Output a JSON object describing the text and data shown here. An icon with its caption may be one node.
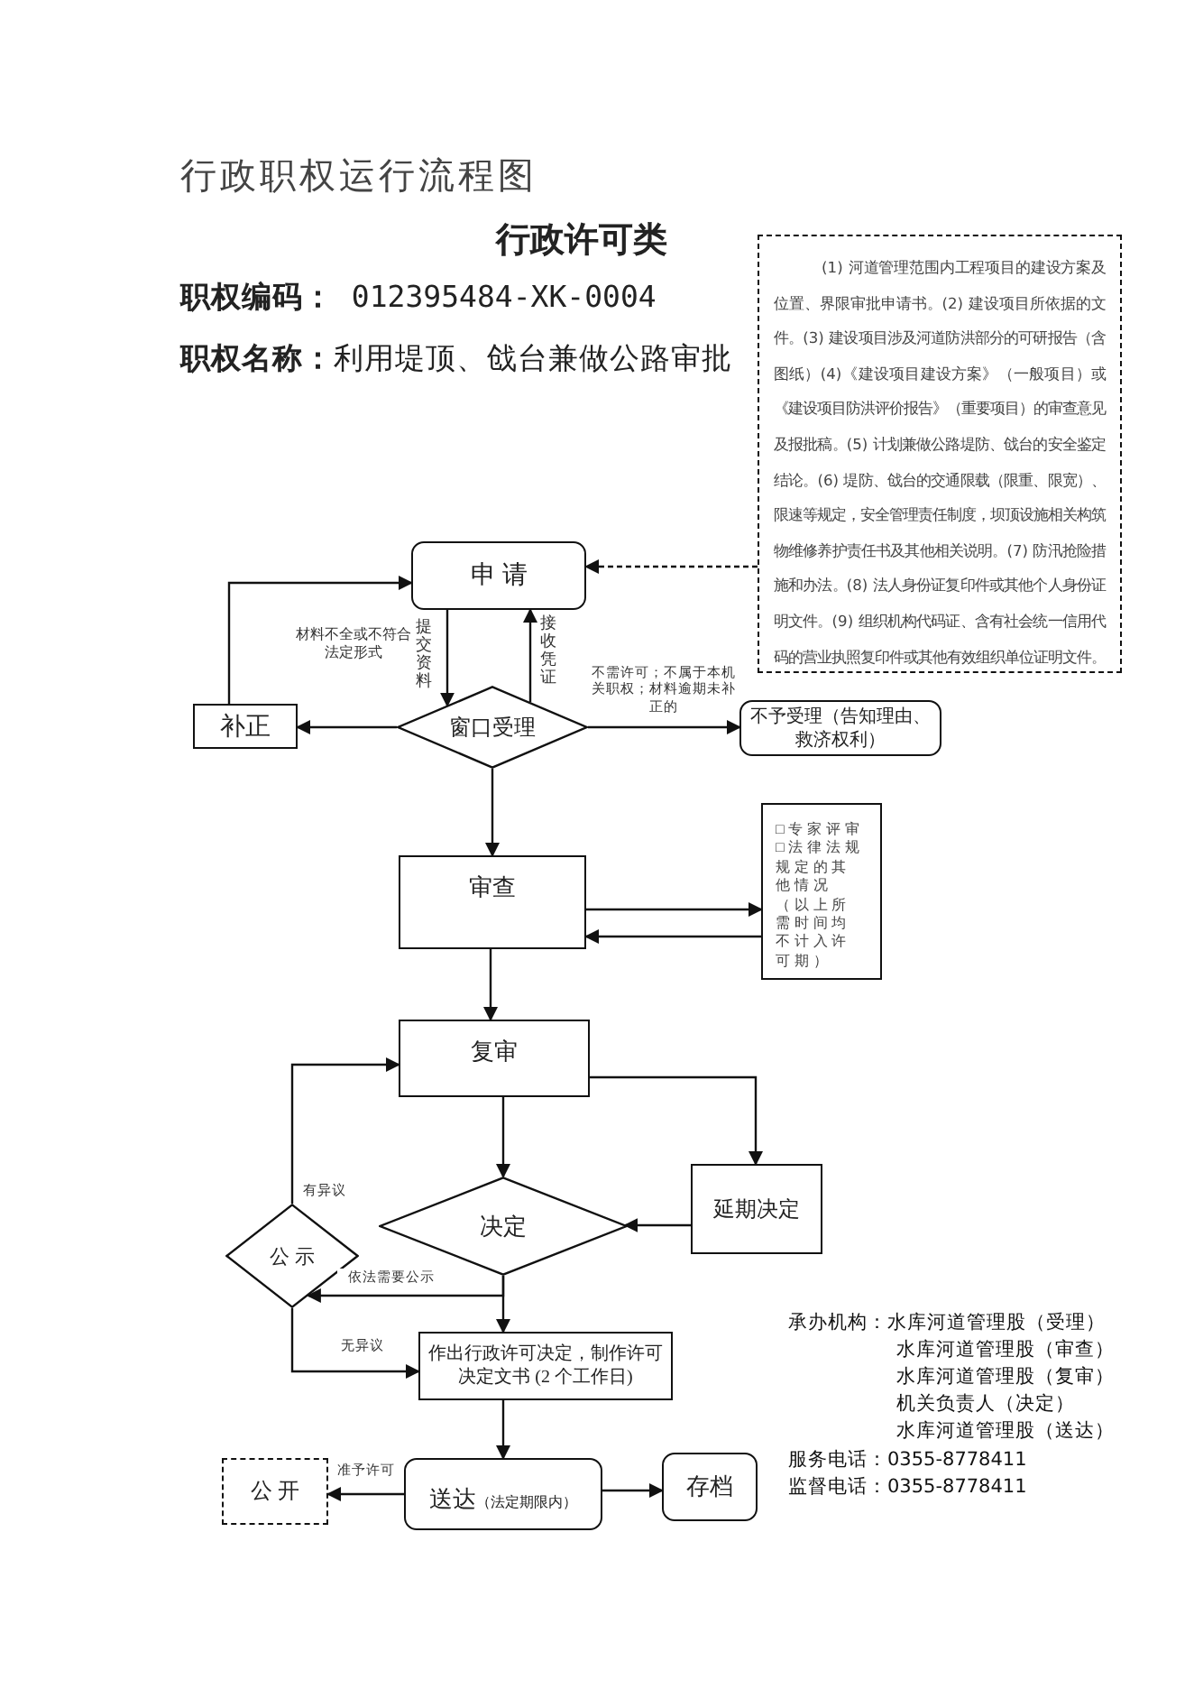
{
  "diagram": {
    "title": "行政职权运行流程图",
    "nodes": [
      {
        "text": [
          "申 请"
        ]
      },
      {
        "text": [
          "窗口受理"
        ]
      },
      {
        "text": [
          "补正"
        ]
      },
      {
        "text": [
          "不予受理（告知理由、救济权利）"
        ]
      },
      {
        "text": [
          "审查"
        ]
      },
      {
        "text": [
          "□专家评审",
          "□法律法规规定的其他情况",
          "（以上所需时间均不计入许可期）"
        ]
      },
      {
        "text": [
          "复审"
        ]
      },
      {
        "text": [
          "决定"
        ]
      },
      {
        "text": [
          "延期决定"
        ]
      },
      {
        "text": [
          "公 示"
        ]
      },
      {
        "text": [
          "作出行政许可决定，制作许可决定文书 (2 个工作日)"
        ]
      },
      {
        "text": [
          "公 开"
        ]
      },
      {
        "text": [
          "送达",
          "（法定期限内）"
        ]
      },
      {
        "text": [
          "存档"
        ]
      },
      {
        "text": [
          "(1) 河道管理范围内工程项目的建设方案及位置、界限审批申请书。(2) 建设项目所依据的文件。(3) 建设项目涉及河道防洪部分的可研报告（含图纸）(4)《建设项目建设方案》（一般项目）或《建设项目防洪评价报告》（重要项目）的审查意见及报批稿。(5) 计划兼做公路堤防、戗台的安全鉴定结论。(6) 堤防、戗台的交通限载（限重、限宽）、限速等规定，安全管理责任制度，坝顶设施相关构筑物维修养护责任书及其他相关说明。(7) 防汛抢险措施和办法。(8) 法人身份证复印件或其他个人身份证明文件。(9) 组织机构代码证、含有社会统一信用代码的营业执照复印件或其他有效组织单位证明文件。"
        ]
      }
    ],
    "edges": [
      {
        "from": 0,
        "to": 1,
        "arrow": "to",
        "label": "提交资料"
      },
      {
        "from": 1,
        "to": 0,
        "arrow": "to",
        "label": "接收凭证"
      },
      {
        "from": 1,
        "to": 2,
        "arrow": "to",
        "label": "材料不全或不符合法定形式"
      },
      {
        "from": 2,
        "to": 0,
        "arrow": "to"
      },
      {
        "from": 1,
        "to": 3,
        "arrow": "to",
        "label": "不需许可；不属于本机关职权；材料逾期未补正的"
      },
      {
        "from": 1,
        "to": 4,
        "arrow": "to"
      },
      {
        "from": 4,
        "to": 5,
        "arrow": "to"
      },
      {
        "from": 5,
        "to": 4,
        "arrow": "to"
      },
      {
        "from": 4,
        "to": 6,
        "arrow": "to"
      },
      {
        "from": 6,
        "to": 7,
        "arrow": "to"
      },
      {
        "from": 6,
        "to": 8,
        "arrow": "to"
      },
      {
        "from": 8,
        "to": 7,
        "arrow": "to"
      },
      {
        "from": 7,
        "to": 9,
        "arrow": "to",
        "label": "依法需要公示"
      },
      {
        "from": 7,
        "to": 10,
        "arrow": "to"
      },
      {
        "from": 9,
        "to": 6,
        "arrow": "to",
        "label": "有异议"
      },
      {
        "from": 9,
        "to": 10,
        "arrow": "to",
        "label": "无异议"
      },
      {
        "from": 10,
        "to": 12,
        "arrow": "to"
      },
      {
        "from": 12,
        "to": 11,
        "arrow": "to",
        "label": "准予许可"
      },
      {
        "from": 12,
        "to": 13,
        "arrow": "to"
      },
      {
        "from": 14,
        "to": 0,
        "arrow": "to",
        "style": "dashed"
      }
    ],
    "labels": [
      "行政许可类",
      "**职权编码：** 012395484-XK-0004",
      "**职权名称：**利用堤顶、戗台兼做公路审批",
      "承办机构：水库河道管理股（受理）",
      "水库河道管理股（审查）",
      "水库河道管理股（复审）",
      "机关负责人（决定）",
      "水库河道管理股（送达）",
      "服务电话：0355-8778411",
      "监督电话：0355-8778411"
    ]
  }
}
